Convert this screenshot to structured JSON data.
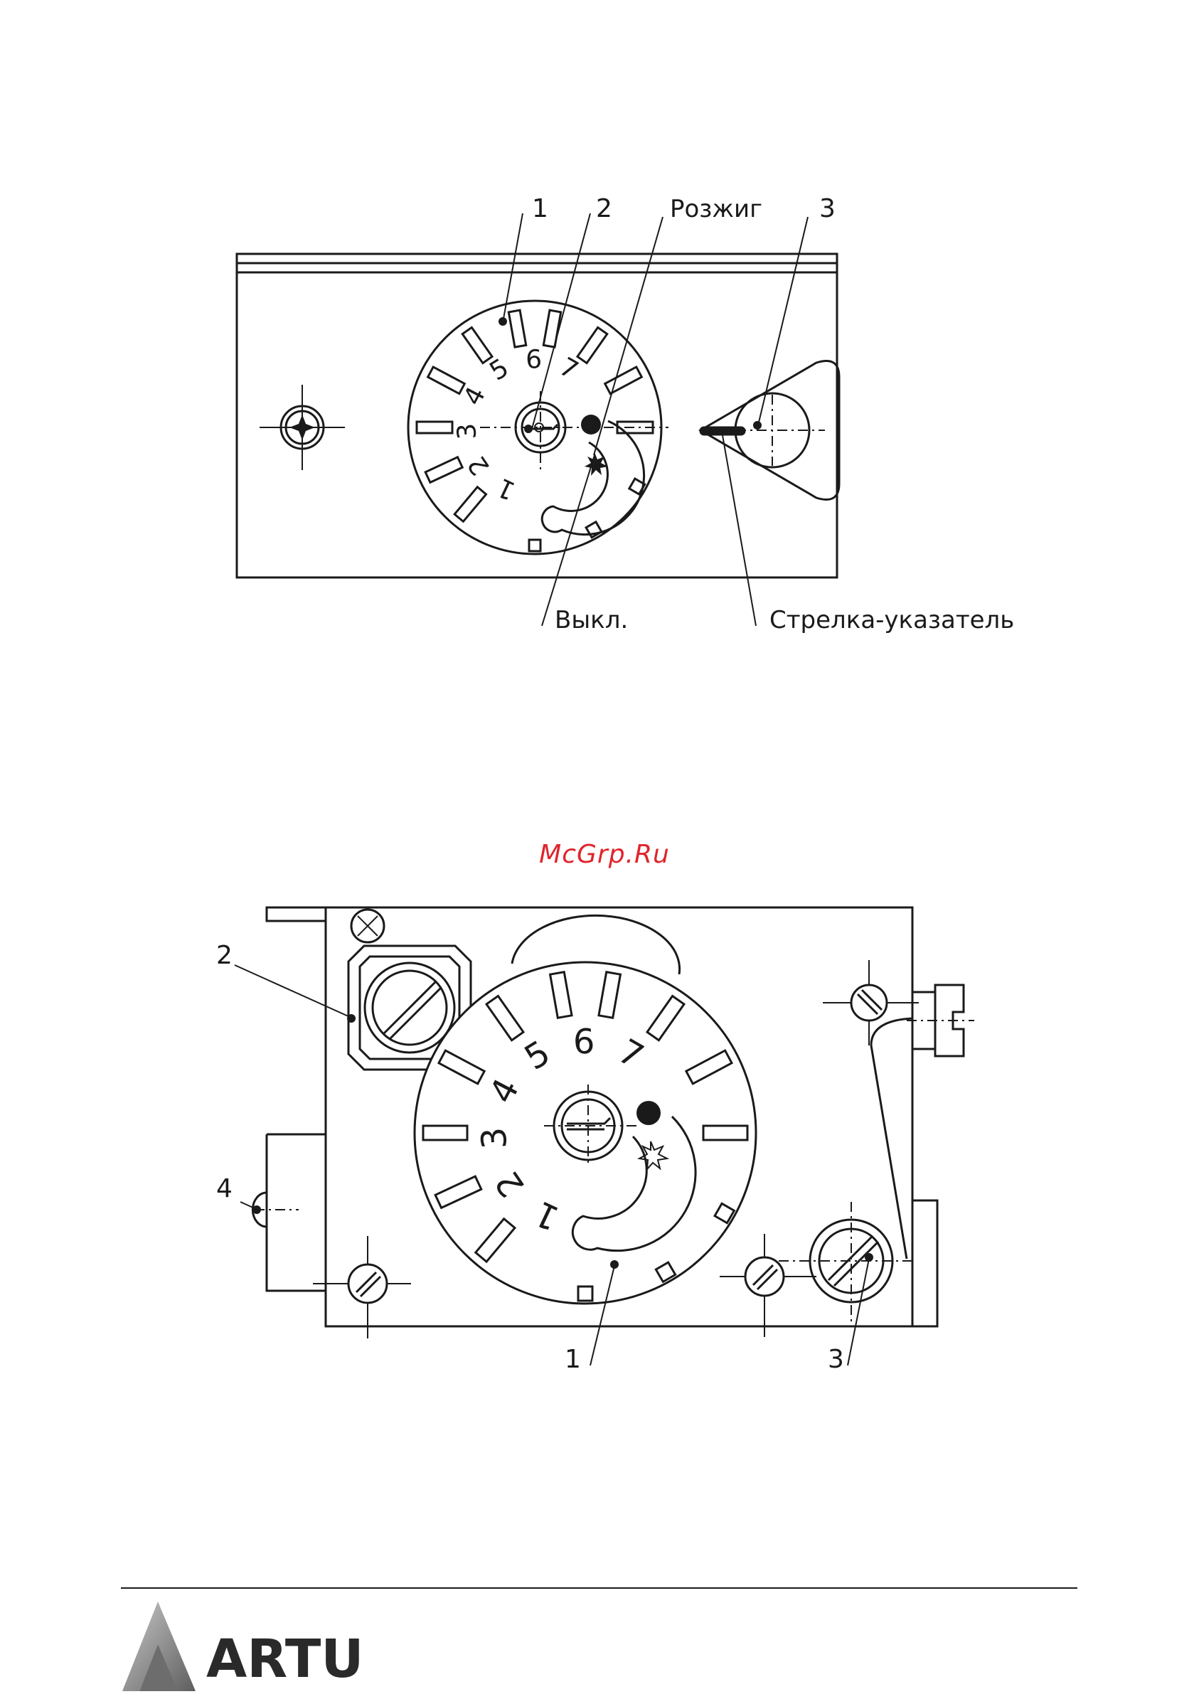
{
  "figure1": {
    "callouts": {
      "c1": "1",
      "c2": "2",
      "ignition": "Розжиг",
      "c3": "3",
      "off": "Выкл.",
      "pointer": "Стрелка-указатель"
    },
    "dial_numbers": [
      "1",
      "2",
      "3",
      "4",
      "5",
      "6",
      "7"
    ]
  },
  "watermark": "McGrp.Ru",
  "figure2": {
    "callouts": {
      "c2": "2",
      "c4": "4",
      "c1": "1",
      "c3": "3"
    },
    "dial_numbers": [
      "1",
      "2",
      "3",
      "4",
      "5",
      "6",
      "7"
    ]
  },
  "footer": {
    "brand": "ARTU"
  },
  "colors": {
    "line": "#1a1a1a",
    "watermark": "#e0242c",
    "logo_gray": "#8a8a8a"
  }
}
